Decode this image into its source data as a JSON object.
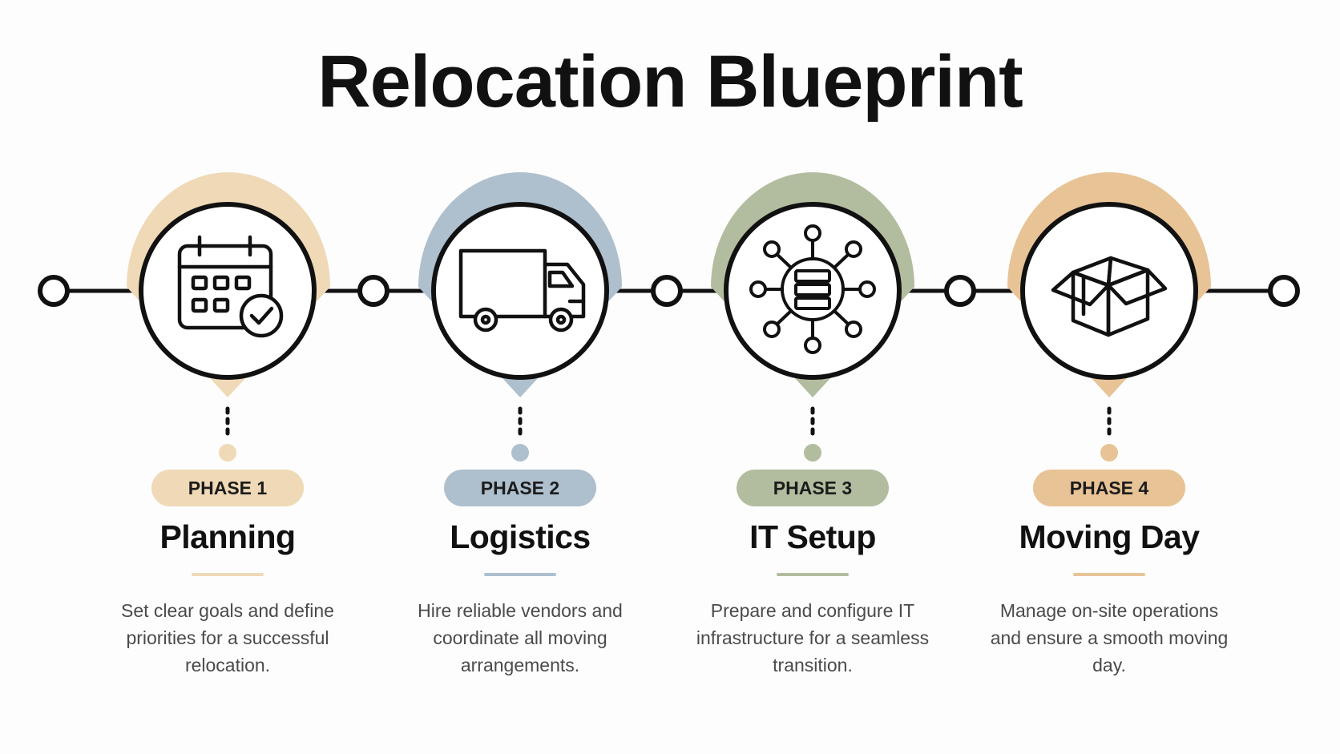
{
  "title": "Relocation Blueprint",
  "phases": [
    {
      "tag": "PHASE 1",
      "name": "Planning",
      "description": "Set clear goals and define priorities for a successful relocation.",
      "icon": "calendar-check-icon",
      "color": "#efd9b6"
    },
    {
      "tag": "PHASE 2",
      "name": "Logistics",
      "description": "Hire reliable vendors and coordinate all moving arrangements.",
      "icon": "truck-icon",
      "color": "#aebfce"
    },
    {
      "tag": "PHASE 3",
      "name": "IT Setup",
      "description": "Prepare and configure IT infrastructure for a seamless transition.",
      "icon": "server-network-icon",
      "color": "#b2bd9f"
    },
    {
      "tag": "PHASE 4",
      "name": "Moving Day",
      "description": "Manage on-site operations and ensure a smooth moving day.",
      "icon": "open-box-icon",
      "color": "#e7c396"
    }
  ]
}
